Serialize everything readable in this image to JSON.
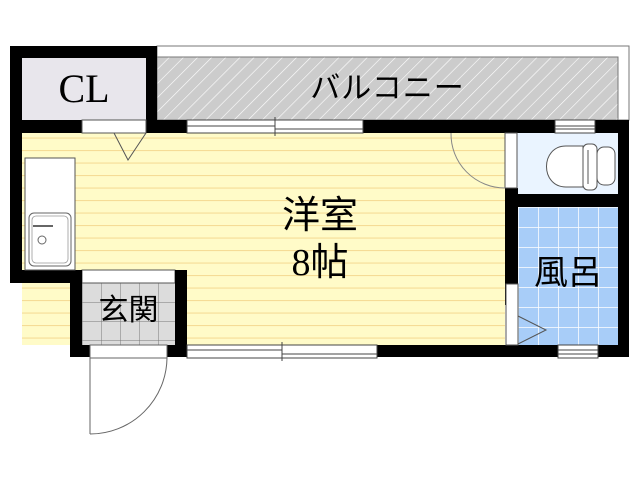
{
  "floorplan": {
    "rooms": {
      "closet": {
        "label": "CL"
      },
      "balcony": {
        "label": "バルコニー"
      },
      "main_room": {
        "label": "洋室",
        "size": "8帖"
      },
      "entrance": {
        "label": "玄関"
      },
      "bath": {
        "label": "風呂"
      },
      "toilet": {
        "label": ""
      },
      "kitchen": {
        "label": ""
      }
    },
    "colors": {
      "wall": "#000000",
      "closet_fill": "#e8e6ec",
      "balcony_fill": "#cccccc",
      "room_fill": "#fffbc8",
      "room_lines": "#f5dc96",
      "bath_fill": "#a8cdf8",
      "toilet_fill": "#eaf4ff",
      "entrance_fill": "#dcdcdc",
      "line": "#555555"
    }
  }
}
